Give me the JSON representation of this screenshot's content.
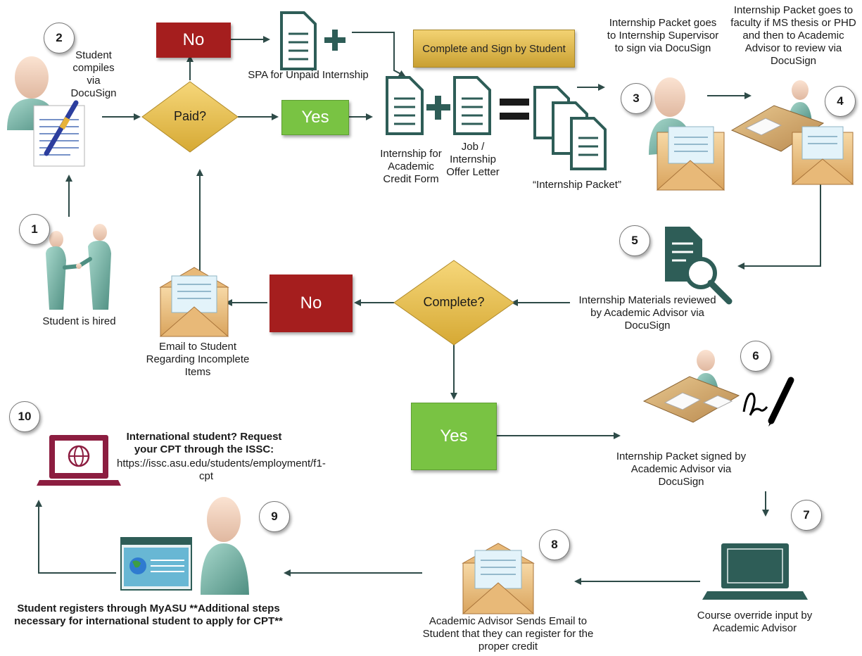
{
  "steps": {
    "s1": {
      "number": "1",
      "label": "Student is hired"
    },
    "s2": {
      "number": "2",
      "label": "Student compiles via DocuSign"
    },
    "s3": {
      "number": "3",
      "label": "Internship Packet goes to Internship Supervisor to sign via DocuSign"
    },
    "s4": {
      "number": "4",
      "label": "Internship Packet goes to faculty if MS thesis or PHD and then to Academic Advisor to review via DocuSign"
    },
    "s5": {
      "number": "5",
      "label": "Internship Materials reviewed by Academic Advisor via DocuSign"
    },
    "s6": {
      "number": "6",
      "label": "Internship Packet signed by Academic Advisor via DocuSign"
    },
    "s7": {
      "number": "7",
      "label": "Course override input by Academic Advisor"
    },
    "s8": {
      "number": "8",
      "label": "Academic Advisor Sends Email to Student that they can register for the proper credit"
    },
    "s9": {
      "number": "9",
      "label": "Student registers through MyASU **Additional steps necessary for international student to apply for CPT**"
    },
    "s10": {
      "number": "10",
      "label_bold": "International student? Request your CPT through the ISSC:",
      "label_link": "https://issc.asu.edu/students/employment/f1-cpt"
    }
  },
  "decisions": {
    "paid": {
      "label": "Paid?",
      "no": "No",
      "yes": "Yes"
    },
    "complete": {
      "label": "Complete?",
      "no": "No",
      "yes": "Yes"
    }
  },
  "documents": {
    "spa": "SPA for Unpaid Internship",
    "credit_form": "Internship for Academic Credit Form",
    "offer_letter": "Job / Internship Offer Letter",
    "packet": "“Internship Packet”"
  },
  "banner": "Complete and Sign by Student",
  "email_incomplete": "Email to Student Regarding Incomplete Items",
  "colors": {
    "teal": "#2e5d57",
    "red_box": "#a51e1e",
    "green_box": "#79c343",
    "gold": "#e8c250",
    "laptop_maroon": "#8c1d40",
    "arrow": "#2e4b48"
  }
}
